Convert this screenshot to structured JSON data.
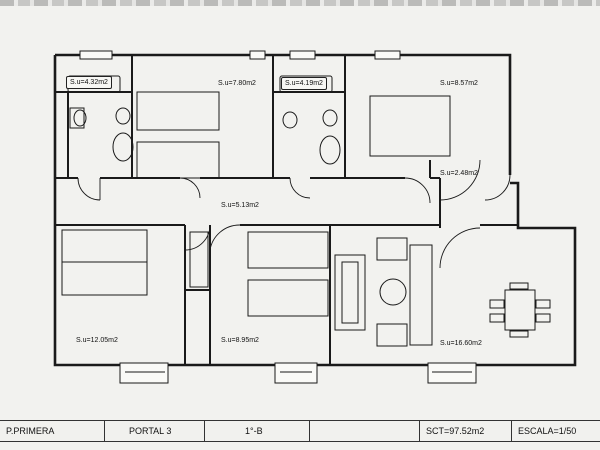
{
  "rooms": {
    "bath_1": "S.u=4.32m2",
    "bedroom_1": "S.u=7.80m2",
    "bath_2": "S.u=4.19m2",
    "bedroom_2": "S.u=8.57m2",
    "hall": "S.u=2.48m2",
    "corridor": "S.u=5.13m2",
    "bedroom_main": "S.u=12.05m2",
    "bedroom_3": "S.u=8.95m2",
    "living": "S.u=16.60m2"
  },
  "title_block": {
    "floor": "P.PRIMERA",
    "portal": "PORTAL 3",
    "unit": "1°-B",
    "sct": "SCT=97.52m2",
    "scale": "ESCALA=1/50"
  },
  "colors": {
    "wall": "#1a1a1a",
    "paper": "#f2f2ef",
    "line": "#222222"
  }
}
